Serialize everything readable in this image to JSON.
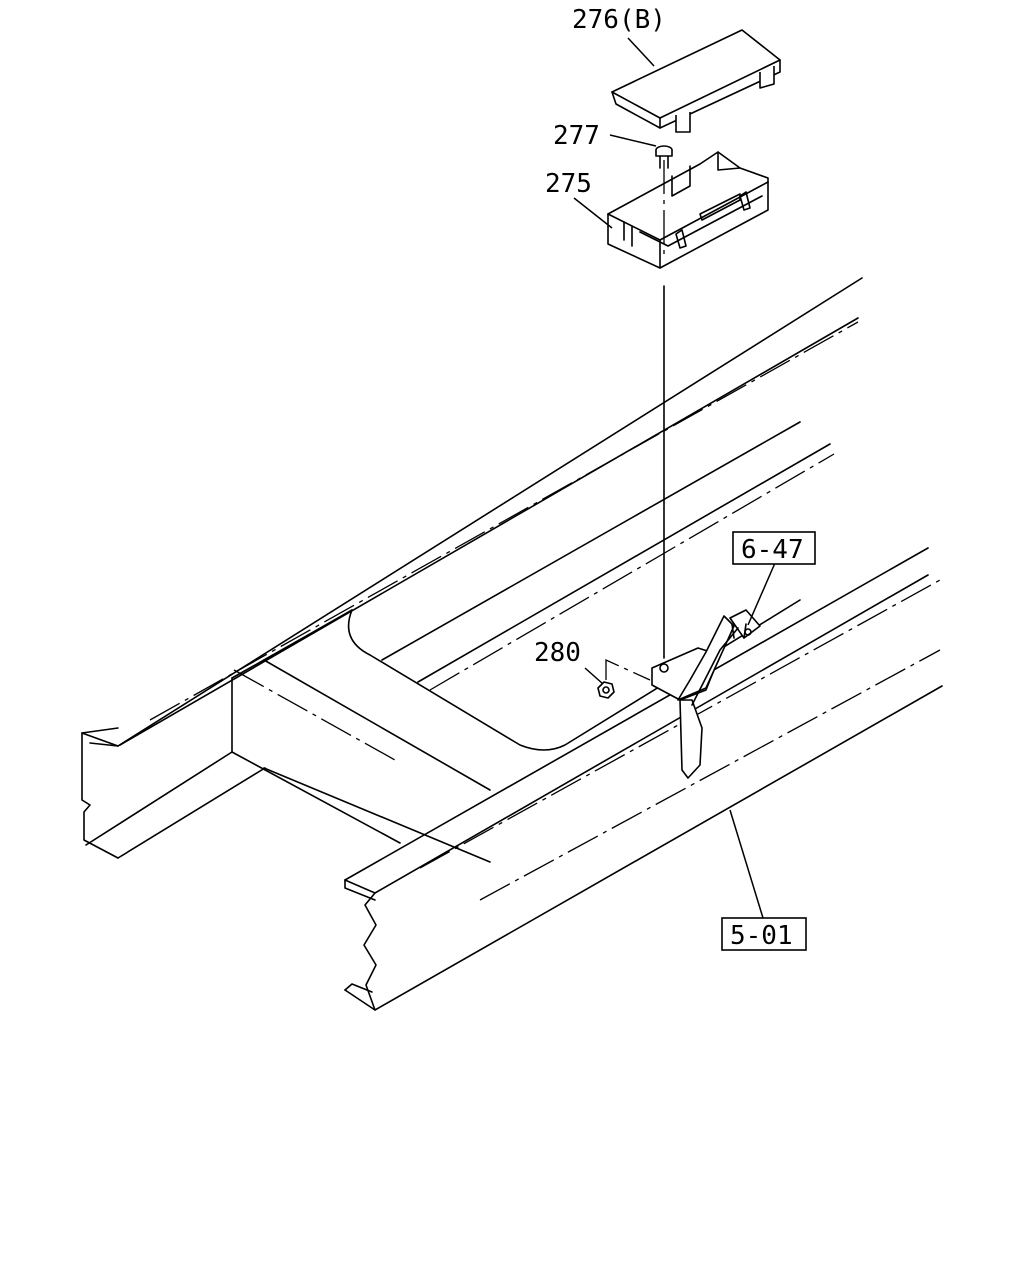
{
  "callouts": {
    "p276": "276(B)",
    "p277": "277",
    "p275": "275",
    "p280": "280",
    "ref647": "6-47",
    "ref501": "5-01"
  }
}
